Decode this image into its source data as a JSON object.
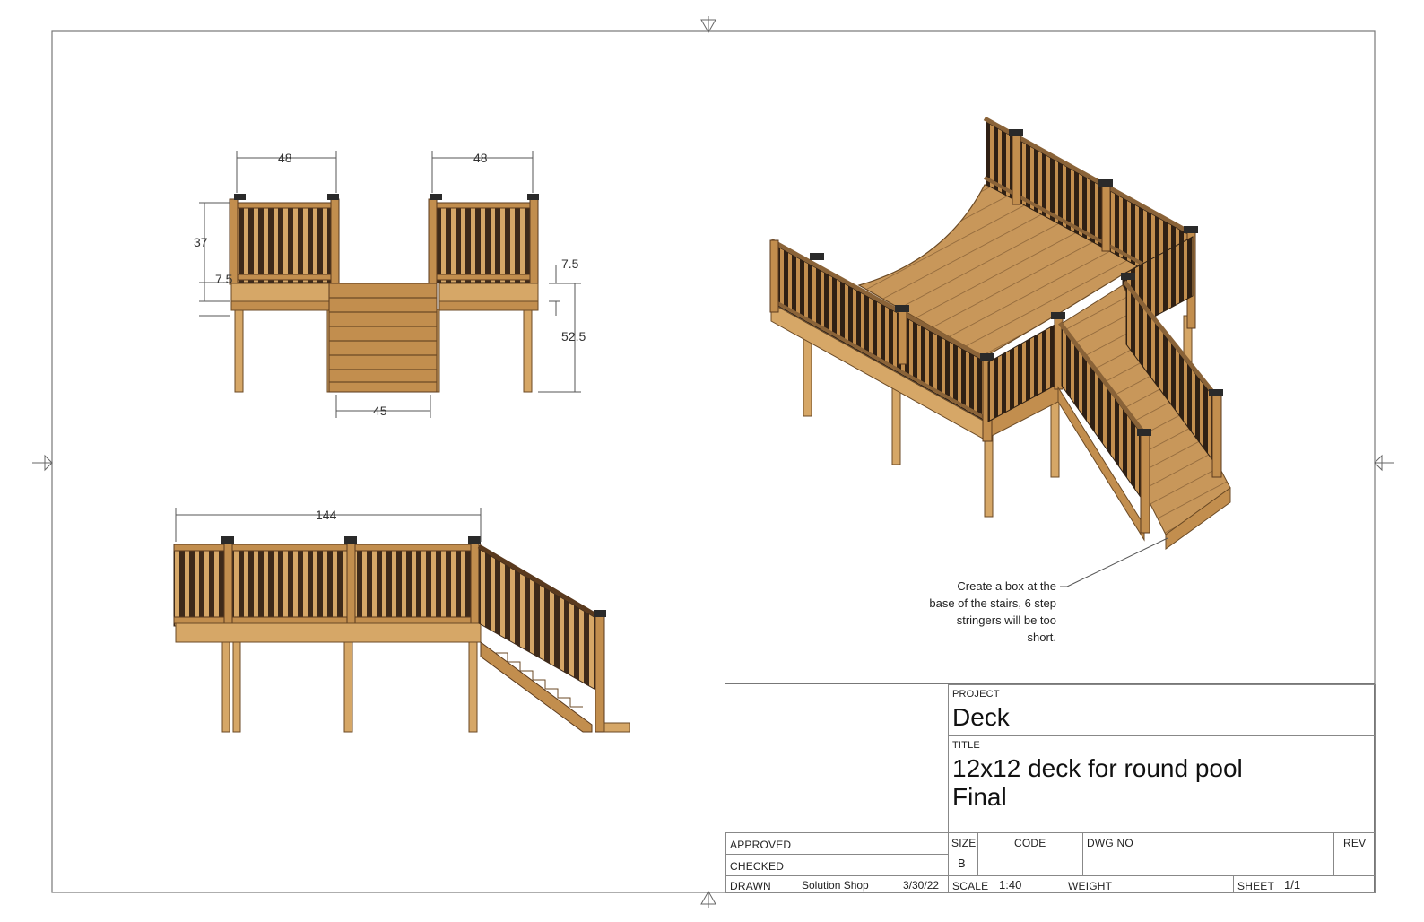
{
  "views": {
    "front": {
      "dims": {
        "left_width": "48",
        "right_width": "48",
        "rail_height": "37",
        "beam_left": "7.5",
        "beam_right": "7.5",
        "deck_height": "52.5",
        "stair_width": "45"
      }
    },
    "side": {
      "dims": {
        "length": "144"
      }
    },
    "iso": {
      "note_lines": [
        "Create a box at the",
        "base of the stairs, 6 step",
        "stringers will be too",
        "short."
      ]
    }
  },
  "title_block": {
    "project_label": "PROJECT",
    "project": "Deck",
    "title_label": "TITLE",
    "title_line1": "12x12 deck for round pool",
    "title_line2": "Final",
    "approved_label": "APPROVED",
    "checked_label": "CHECKED",
    "drawn_label": "DRAWN",
    "drawn_by": "Solution Shop",
    "drawn_date": "3/30/22",
    "size_label": "SIZE",
    "size": "B",
    "code_label": "CODE",
    "dwg_label": "DWG NO",
    "rev_label": "REV",
    "scale_label": "SCALE",
    "scale": "1:40",
    "weight_label": "WEIGHT",
    "sheet_label": "SHEET",
    "sheet": "1/1"
  },
  "colors": {
    "wood_light": "#d6a767",
    "wood_mid": "#c28e4e",
    "wood_dark": "#5a3a1e",
    "rail_dark": "#3e2a1a",
    "post_cap": "#2a2a2a"
  }
}
